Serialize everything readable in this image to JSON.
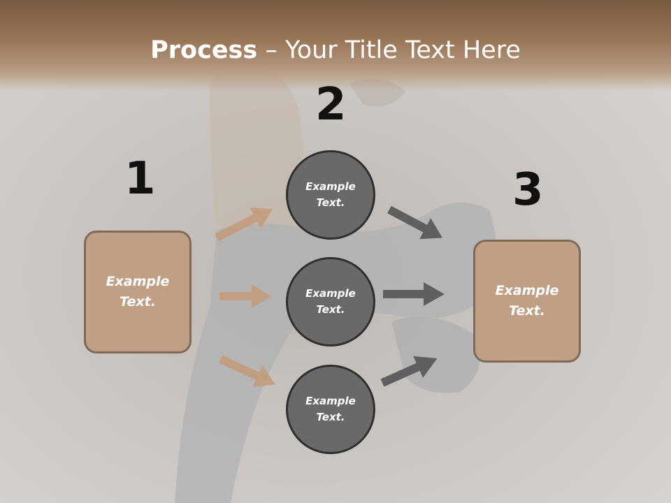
{
  "title": {
    "bold": "Process",
    "rest": " – Your Title Text Here"
  },
  "steps": [
    {
      "number": "1",
      "label": "Example\nText."
    },
    {
      "number": "2",
      "circles": [
        "Example\nText.",
        "Example\nText.",
        "Example\nText."
      ]
    },
    {
      "number": "3",
      "label": "Example\nText."
    }
  ],
  "colors": {
    "header": "#8f6d50",
    "box_fill": "#c09f84",
    "box_border": "#7f6a58",
    "circle_fill": "#696969",
    "arrow_left": "#c49c7c",
    "arrow_right": "#5f5f5f"
  }
}
